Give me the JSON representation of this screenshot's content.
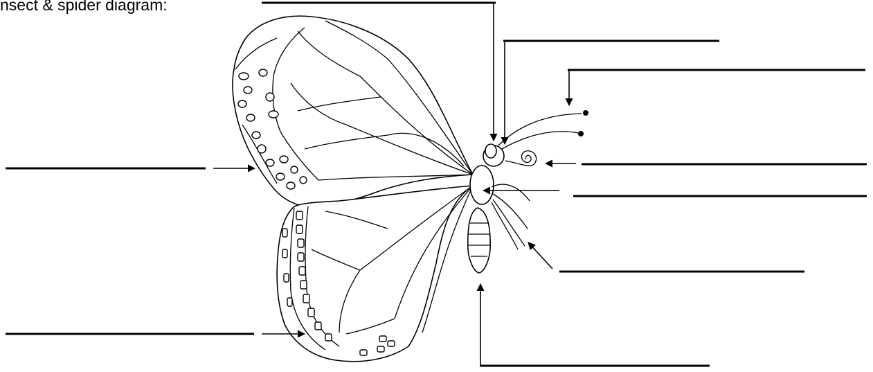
{
  "diagram": {
    "title": "nsect & spider diagram:",
    "labels": [
      {
        "id": "top",
        "text": ""
      },
      {
        "id": "eye",
        "text": ""
      },
      {
        "id": "antenna",
        "text": ""
      },
      {
        "id": "proboscis",
        "text": ""
      },
      {
        "id": "thorax",
        "text": ""
      },
      {
        "id": "legs",
        "text": ""
      },
      {
        "id": "abdomen",
        "text": ""
      },
      {
        "id": "forewing",
        "text": ""
      },
      {
        "id": "hindwing",
        "text": ""
      }
    ]
  }
}
